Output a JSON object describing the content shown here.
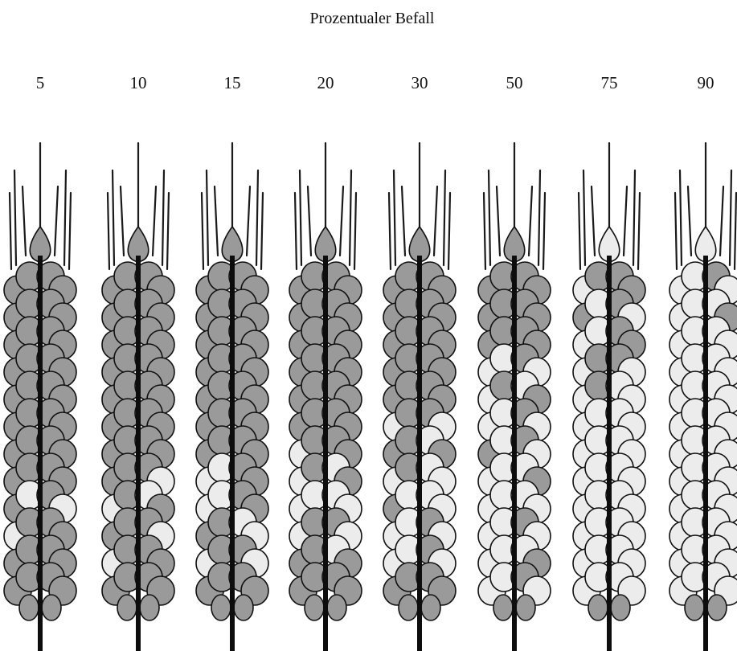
{
  "figure": {
    "title": "Prozentualer Befall",
    "colors": {
      "healthy": "#9a9a9a",
      "infected": "#ececec",
      "outline": "#111111",
      "stem": "#0d0d0d"
    },
    "levels": [
      {
        "label": "5",
        "percent": 5
      },
      {
        "label": "10",
        "percent": 10
      },
      {
        "label": "15",
        "percent": 15
      },
      {
        "label": "20",
        "percent": 20
      },
      {
        "label": "30",
        "percent": 30
      },
      {
        "label": "50",
        "percent": 50
      },
      {
        "label": "75",
        "percent": 75
      },
      {
        "label": "90",
        "percent": 90
      }
    ]
  }
}
